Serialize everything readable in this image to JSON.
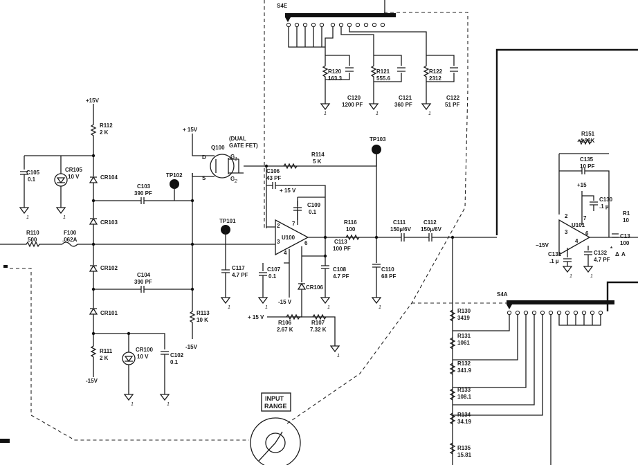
{
  "labels": [
    "S4E",
    "R120",
    "163.3",
    "R121",
    "555.6",
    "R122",
    "2312",
    "C120",
    "1200 PF",
    "C121",
    "360 PF",
    "C122",
    "51 PF",
    "+15V",
    "R112",
    "2 K",
    "+ 15V",
    "Q100",
    "(DUAL",
    "GATE FET)",
    "D",
    "S",
    "G",
    "1",
    "2",
    "R114",
    "5 K",
    "TP103",
    "C105",
    "0.1",
    "CR105",
    "10 V",
    "CR104",
    "TP102",
    "C106",
    "43 PF",
    "+ 15 V",
    "C103",
    "390 PF",
    "CR103",
    "C109",
    "TP101",
    "R116",
    "100",
    "C111",
    "150µ/6V",
    "C112",
    "R110",
    "500",
    "F100",
    ".062A",
    "U100",
    "3",
    "4",
    "6",
    "7",
    "C113",
    "100 PF",
    "CR102",
    "C117",
    "4.7 PF",
    "C107",
    "C108",
    "C110",
    "68 PF",
    "C104",
    "CR106",
    "-15 V",
    "CR101",
    "R113",
    "10 K",
    "R106",
    "2.67 K",
    "R107",
    "7.32 K",
    "-15V",
    "R111",
    "CR100",
    "C102",
    "INPUT",
    "RANGE",
    "R151",
    "4.99K",
    "C135",
    "10 PF",
    "+15",
    "C130",
    ".1 µ",
    "U101",
    "−15V",
    "C131",
    ".1 µ",
    "C132",
    "4.7 PF",
    "*",
    "Δ",
    "A",
    "R1",
    "10",
    "C13",
    "100",
    "S4A",
    "R130",
    "3419",
    "R131",
    "1061",
    "R132",
    "341.9",
    "R133",
    "108.1",
    "R134",
    "34.19",
    "R135",
    "15.81"
  ]
}
